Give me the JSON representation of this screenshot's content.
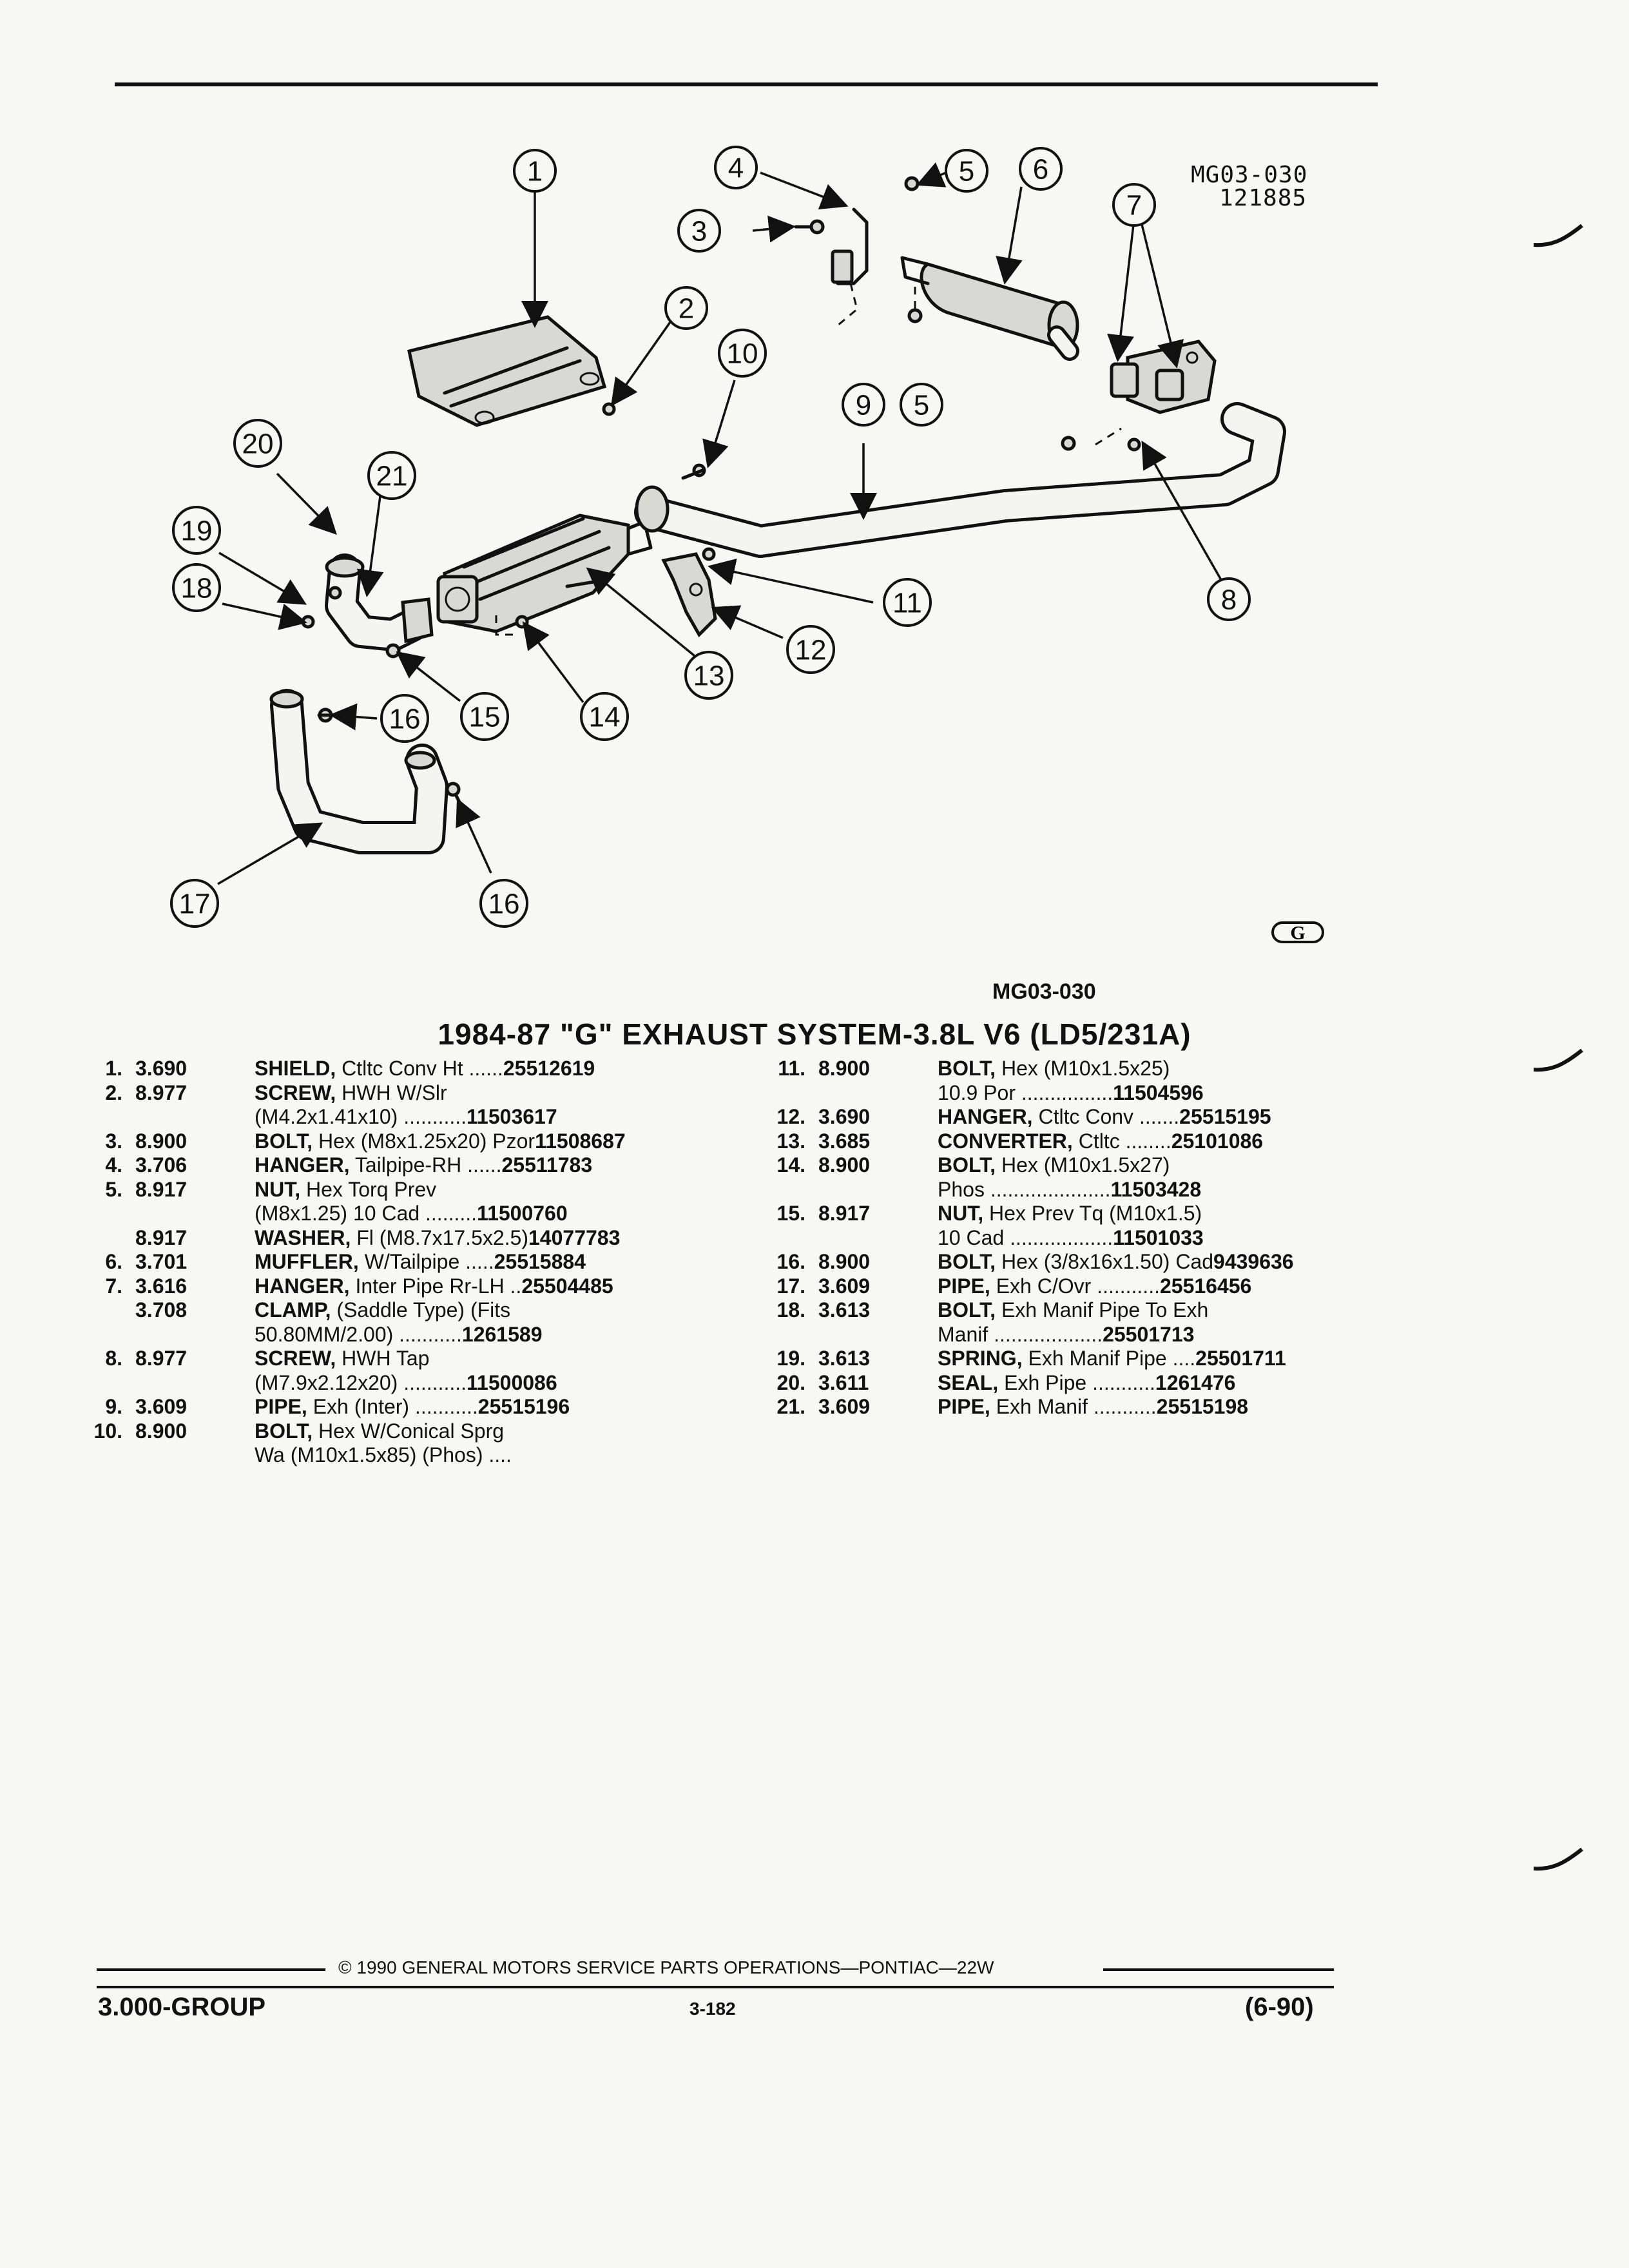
{
  "figure": {
    "code": "MG03-030",
    "date_code": "121885",
    "caption": "MG03-030",
    "mark": "G"
  },
  "title": "1984-87 \"G\" EXHAUST SYSTEM-3.8L V6 (LD5/231A)",
  "parts_left": [
    {
      "num": "1.",
      "group": "3.690",
      "name": "SHIELD,",
      "desc": "Ctltc Conv Ht ......",
      "pn": "25512619"
    },
    {
      "num": "2.",
      "group": "8.977",
      "name": "SCREW,",
      "desc": "HWH W/Slr",
      "pn": ""
    },
    {
      "num": "",
      "group": "",
      "name": "",
      "desc": "(M4.2x1.41x10) ...........",
      "pn": "11503617"
    },
    {
      "num": "3.",
      "group": "8.900",
      "name": "BOLT,",
      "desc": "Hex (M8x1.25x20) Pzor",
      "pn": "11508687"
    },
    {
      "num": "4.",
      "group": "3.706",
      "name": "HANGER,",
      "desc": "Tailpipe-RH ......",
      "pn": "25511783"
    },
    {
      "num": "5.",
      "group": "8.917",
      "name": "NUT,",
      "desc": "Hex Torq Prev",
      "pn": ""
    },
    {
      "num": "",
      "group": "",
      "name": "",
      "desc": "(M8x1.25) 10 Cad .........",
      "pn": "11500760"
    },
    {
      "num": "",
      "group": "8.917",
      "name": "WASHER,",
      "desc": "Fl (M8.7x17.5x2.5)",
      "pn": "14077783"
    },
    {
      "num": "6.",
      "group": "3.701",
      "name": "MUFFLER,",
      "desc": "W/Tailpipe .....",
      "pn": "25515884"
    },
    {
      "num": "7.",
      "group": "3.616",
      "name": "HANGER,",
      "desc": "Inter Pipe Rr-LH ..",
      "pn": "25504485"
    },
    {
      "num": "",
      "group": "3.708",
      "name": "CLAMP,",
      "desc": "(Saddle Type) (Fits",
      "pn": ""
    },
    {
      "num": "",
      "group": "",
      "name": "",
      "desc": "50.80MM/2.00) ...........",
      "pn": "1261589"
    },
    {
      "num": "8.",
      "group": "8.977",
      "name": "SCREW,",
      "desc": "HWH Tap",
      "pn": ""
    },
    {
      "num": "",
      "group": "",
      "name": "",
      "desc": "(M7.9x2.12x20) ...........",
      "pn": "11500086"
    },
    {
      "num": "9.",
      "group": "3.609",
      "name": "PIPE,",
      "desc": "Exh (Inter) ...........",
      "pn": "25515196"
    },
    {
      "num": "10.",
      "group": "8.900",
      "name": "BOLT,",
      "desc": "Hex W/Conical Sprg",
      "pn": ""
    },
    {
      "num": "",
      "group": "",
      "name": "",
      "desc": "Wa (M10x1.5x85) (Phos) ....",
      "pn": ""
    }
  ],
  "parts_right": [
    {
      "num": "11.",
      "group": "8.900",
      "name": "BOLT,",
      "desc": "Hex (M10x1.5x25)",
      "pn": ""
    },
    {
      "num": "",
      "group": "",
      "name": "",
      "desc": "10.9 Por ................",
      "pn": "11504596"
    },
    {
      "num": "12.",
      "group": "3.690",
      "name": "HANGER,",
      "desc": "Ctltc Conv .......",
      "pn": "25515195"
    },
    {
      "num": "13.",
      "group": "3.685",
      "name": "CONVERTER,",
      "desc": "Ctltc ........",
      "pn": "25101086"
    },
    {
      "num": "14.",
      "group": "8.900",
      "name": "BOLT,",
      "desc": "Hex (M10x1.5x27)",
      "pn": ""
    },
    {
      "num": "",
      "group": "",
      "name": "",
      "desc": "Phos .....................",
      "pn": "11503428"
    },
    {
      "num": "15.",
      "group": "8.917",
      "name": "NUT,",
      "desc": "Hex Prev Tq (M10x1.5)",
      "pn": ""
    },
    {
      "num": "",
      "group": "",
      "name": "",
      "desc": "10 Cad ..................",
      "pn": "11501033"
    },
    {
      "num": "16.",
      "group": "8.900",
      "name": "BOLT,",
      "desc": "Hex (3/8x16x1.50) Cad",
      "pn": "9439636"
    },
    {
      "num": "17.",
      "group": "3.609",
      "name": "PIPE,",
      "desc": "Exh C/Ovr ...........",
      "pn": "25516456"
    },
    {
      "num": "18.",
      "group": "3.613",
      "name": "BOLT,",
      "desc": "Exh Manif Pipe To Exh",
      "pn": ""
    },
    {
      "num": "",
      "group": "",
      "name": "",
      "desc": "Manif ...................",
      "pn": "25501713"
    },
    {
      "num": "19.",
      "group": "3.613",
      "name": "SPRING,",
      "desc": "Exh Manif Pipe ....",
      "pn": "25501711"
    },
    {
      "num": "20.",
      "group": "3.611",
      "name": "SEAL,",
      "desc": "Exh Pipe ...........",
      "pn": "1261476"
    },
    {
      "num": "21.",
      "group": "3.609",
      "name": "PIPE,",
      "desc": "Exh Manif ...........",
      "pn": "25515198"
    }
  ],
  "footer": {
    "copyright": "© 1990 GENERAL MOTORS SERVICE PARTS OPERATIONS—PONTIAC—22W",
    "group": "3.000-GROUP",
    "page": "3-182",
    "date": "(6-90)"
  }
}
